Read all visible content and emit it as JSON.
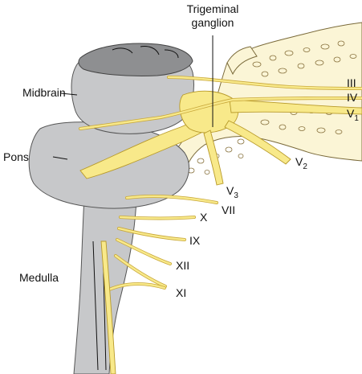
{
  "figure": {
    "labels": {
      "trigeminal_line1": "Trigeminal",
      "trigeminal_line2": "ganglion",
      "midbrain": "Midbrain",
      "pons": "Pons",
      "medulla": "Medulla",
      "cn_iii": "III",
      "cn_iv": "IV",
      "v1_main": "V",
      "v1_sub": "1",
      "v2_main": "V",
      "v2_sub": "2",
      "v3_main": "V",
      "v3_sub": "3",
      "cn_vii": "VII",
      "cn_x": "X",
      "cn_ix": "IX",
      "cn_xii": "XII",
      "cn_xi": "XI"
    },
    "colors": {
      "nerve": "#f8e98a",
      "brainstem": "#c7c8ca",
      "midbrain_section": "#8e8f91",
      "bone": "#fbf5d6"
    }
  }
}
